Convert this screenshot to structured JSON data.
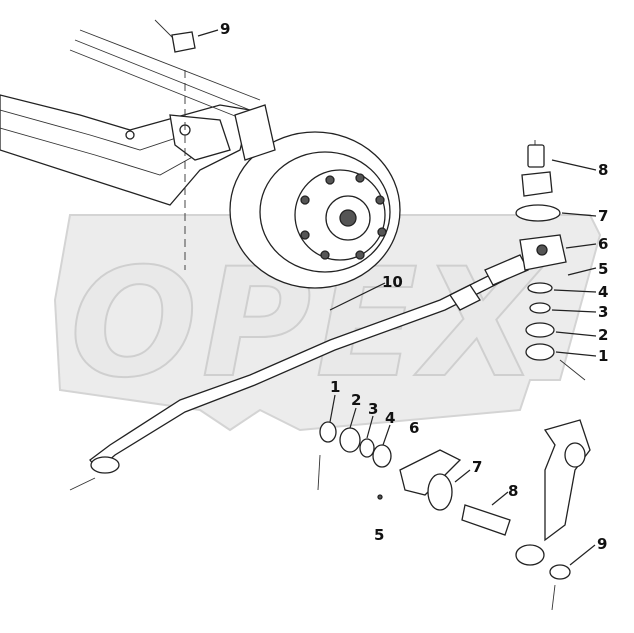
{
  "watermark": {
    "text": "OPEX"
  },
  "callouts": {
    "top_right": [
      "8",
      "7",
      "6",
      "5",
      "4",
      "3",
      "2",
      "1"
    ],
    "bottom_row": [
      "1",
      "2",
      "3",
      "4",
      "6",
      "7",
      "8",
      "5"
    ],
    "top_bolt": "9",
    "bottom_bolt": "9",
    "tie_rod": "10"
  }
}
